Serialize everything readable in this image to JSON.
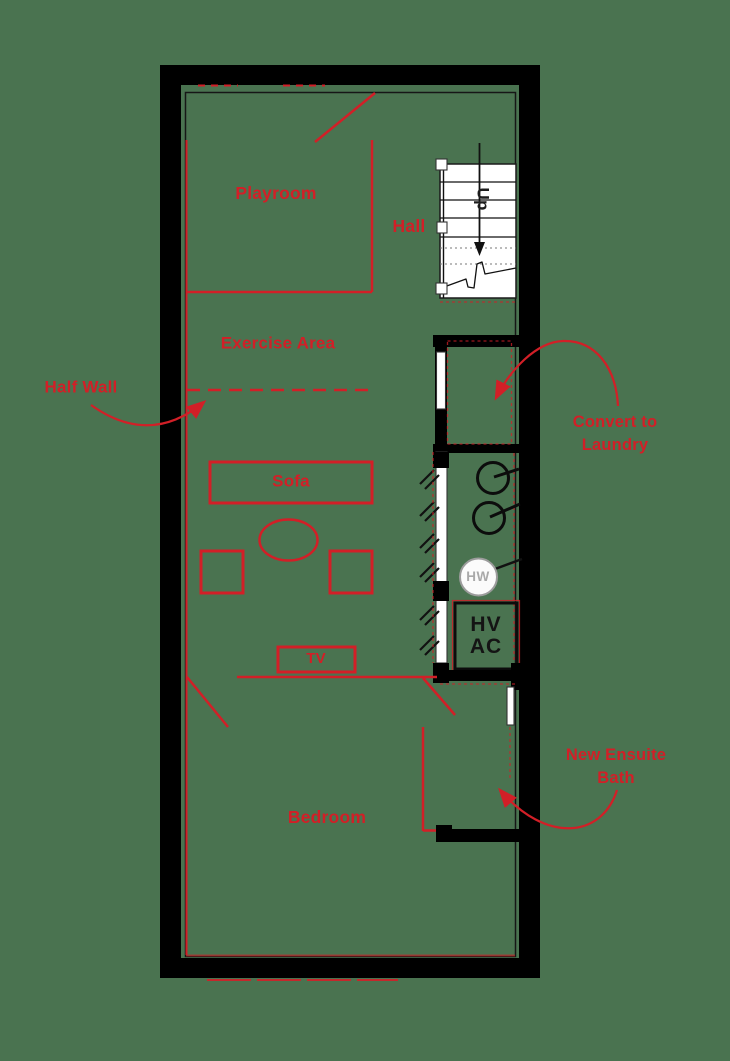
{
  "colors": {
    "bg": "#4A7350",
    "wall": "#000000",
    "red": "#D21F27",
    "gray": "#A9A9A9"
  },
  "plan": {
    "rooms": [
      {
        "name": "Playroom"
      },
      {
        "name": "Hall"
      },
      {
        "name": "Bedroom"
      }
    ],
    "zones": [
      {
        "name": "Exercise Area"
      }
    ],
    "furniture": [
      {
        "name": "Sofa"
      },
      {
        "name": "TV"
      }
    ],
    "stairs": {
      "direction_label": "Up"
    },
    "utilities": {
      "hot_water_label": "HW",
      "hvac_label_line1": "HV",
      "hvac_label_line2": "AC"
    },
    "annotations": [
      {
        "id": "half-wall",
        "line1": "Half Wall"
      },
      {
        "id": "convert-laundry",
        "line1": "Convert to",
        "line2": "Laundry"
      },
      {
        "id": "new-ensuite-bath",
        "line1": "New Ensuite",
        "line2": "Bath"
      }
    ]
  }
}
